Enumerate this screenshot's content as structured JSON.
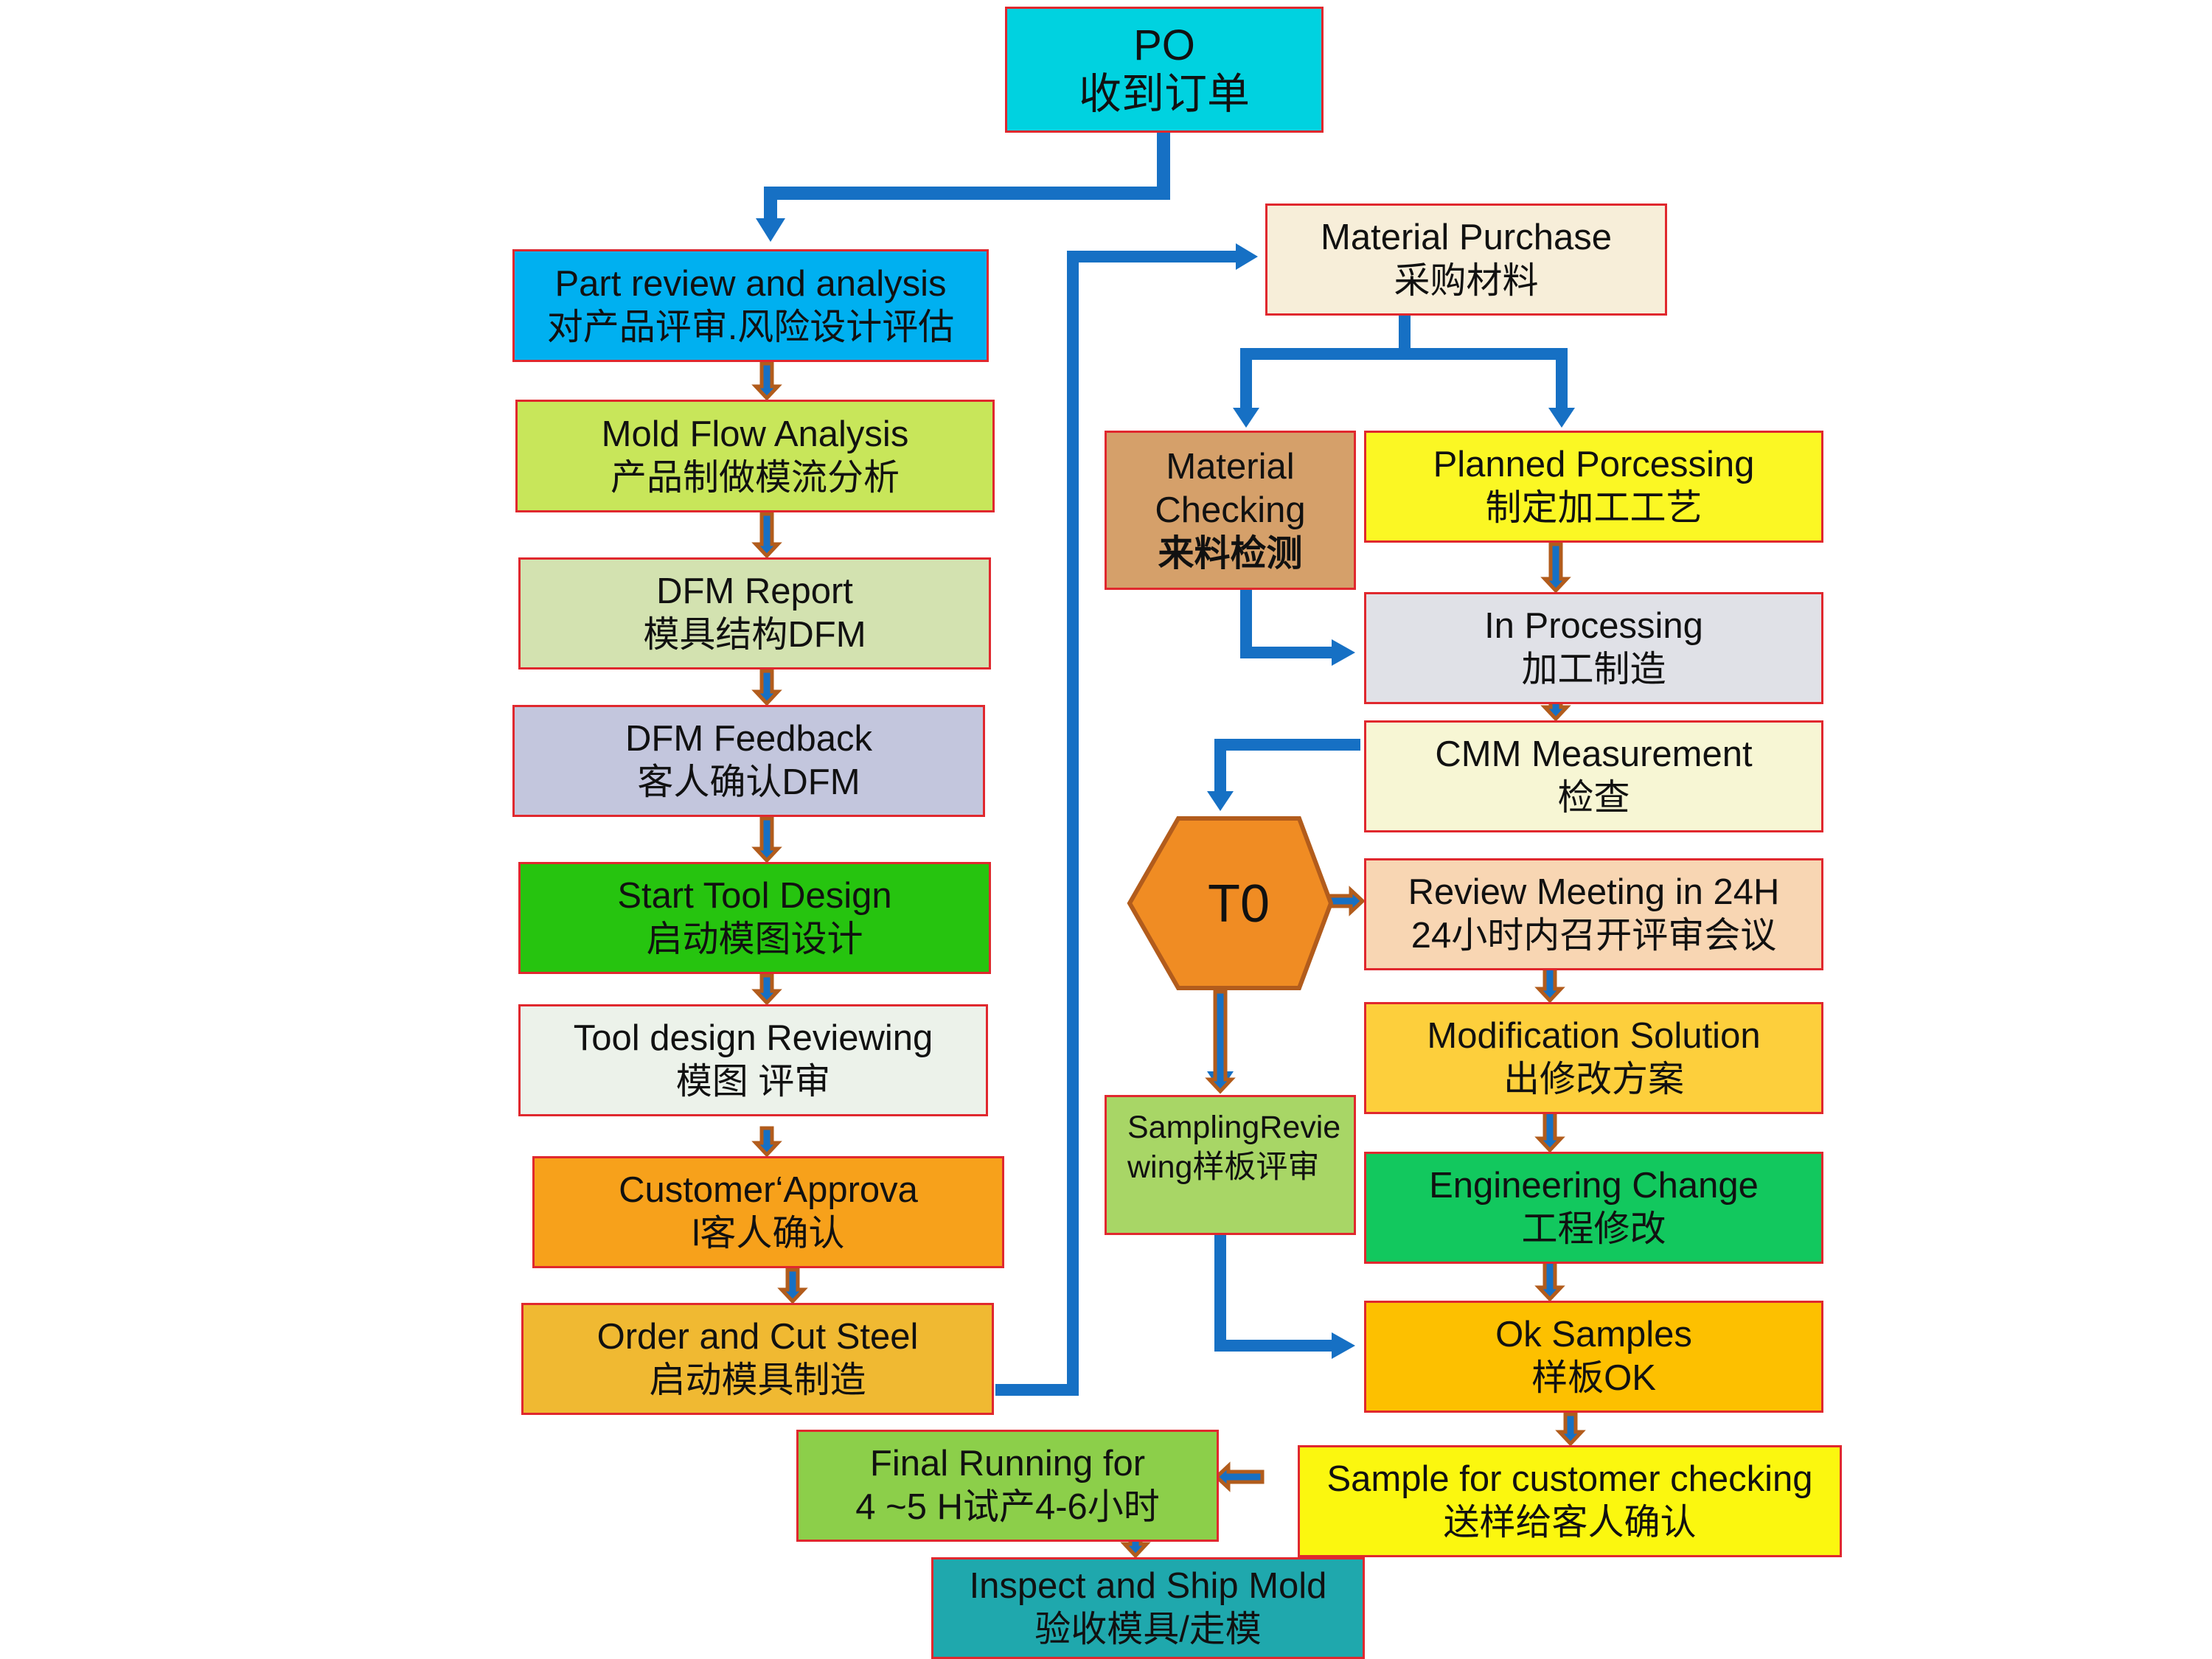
{
  "colors": {
    "arrow_blue": "#1670c4",
    "arrow_outline": "#b25c1c",
    "box_border": "#e0282e"
  },
  "nodes": {
    "po": {
      "l1": "PO",
      "l2": "收到订单",
      "fill": "#00d2e0"
    },
    "part_review": {
      "l1": "Part review and analysis",
      "l2": "对产品评审.风险设计评估",
      "fill": "#00b0f0"
    },
    "mold_flow": {
      "l1": "Mold Flow Analysis",
      "l2": "产品制做模流分析",
      "fill": "#c8e65a"
    },
    "dfm_report": {
      "l1": "DFM Report",
      "l2": "模具结构DFM",
      "fill": "#d3e2b0"
    },
    "dfm_feedback": {
      "l1": "DFM Feedback",
      "l2": "客人确认DFM",
      "fill": "#c3c6dd"
    },
    "start_tool_design": {
      "l1": "Start Tool Design",
      "l2": "启动模图设计",
      "fill": "#26c40f"
    },
    "tool_design_review": {
      "l1": "Tool design Reviewing",
      "l2": "模图 评审",
      "fill": "#ecf2ea"
    },
    "customer_approval": {
      "l1": "Customer‘Approva",
      "l2": "l客人确认",
      "fill": "#f7a11b"
    },
    "order_cut_steel": {
      "l1": "Order and Cut Steel",
      "l2": "启动模具制造",
      "fill": "#f0b932"
    },
    "final_running": {
      "l1": "Final Running for",
      "l2": "4 ~5 H试产4-6小时",
      "fill": "#8ccf4a"
    },
    "inspect_ship": {
      "l1": "Inspect and Ship Mold",
      "l2": "验收模具/走模",
      "fill": "#1fa8ad"
    },
    "material_purchase": {
      "l1": "Material Purchase",
      "l2": "采购材料",
      "fill": "#f7eed9"
    },
    "material_checking": {
      "l1": "Material",
      "l2": "Checking",
      "l3": "来料检测",
      "fill": "#d5a06a"
    },
    "planned_processing": {
      "l1": "Planned Porcessing",
      "l2": "制定加工工艺",
      "fill": "#fbf724"
    },
    "in_processing": {
      "l1": "In Processing",
      "l2": "加工制造",
      "fill": "#e0e1e7"
    },
    "cmm": {
      "l1": "CMM Measurement",
      "l2": "检查",
      "fill": "#f7f6d4"
    },
    "t0": {
      "label": "T0",
      "fill": "#f08c23"
    },
    "review_meeting": {
      "l1": "Review Meeting in 24H",
      "l2": "24小时内召开评审会议",
      "fill": "#f8d6b3"
    },
    "modification": {
      "l1": "Modification Solution",
      "l2": "出修改方案",
      "fill": "#fdcf3c"
    },
    "sampling_review": {
      "text": "SamplingReviewing样板评审",
      "fill": "#a8d666"
    },
    "engineering_change": {
      "l1": "Engineering Change",
      "l2": "工程修改",
      "fill": "#12c85e"
    },
    "ok_samples": {
      "l1": "Ok Samples",
      "l2": "样板OK",
      "fill": "#fdc000"
    },
    "sample_customer": {
      "l1": "Sample for customer checking",
      "l2": "送样给客人确认",
      "fill": "#fbf70f"
    }
  }
}
